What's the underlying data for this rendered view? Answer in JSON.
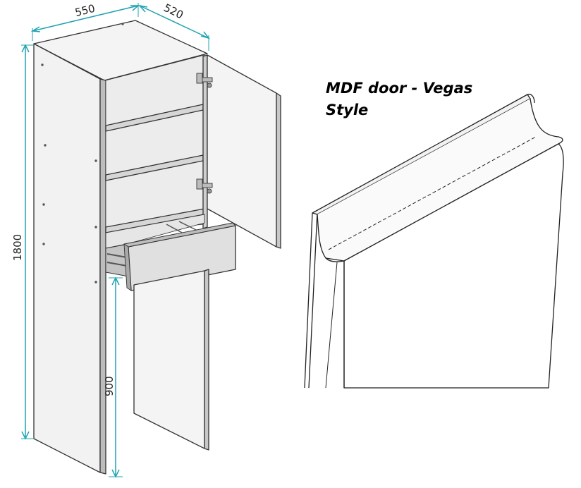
{
  "dimensions": {
    "width": "550",
    "depth": "520",
    "height": "1800",
    "clearance": "900"
  },
  "caption": {
    "line1": "MDF door - Vegas",
    "line2": "Style"
  },
  "colors": {
    "dimension_line": "#1fa3b0",
    "panel_fill": "#f3f3f3",
    "panel_dark": "#d9d9d9",
    "outline": "#333333"
  }
}
